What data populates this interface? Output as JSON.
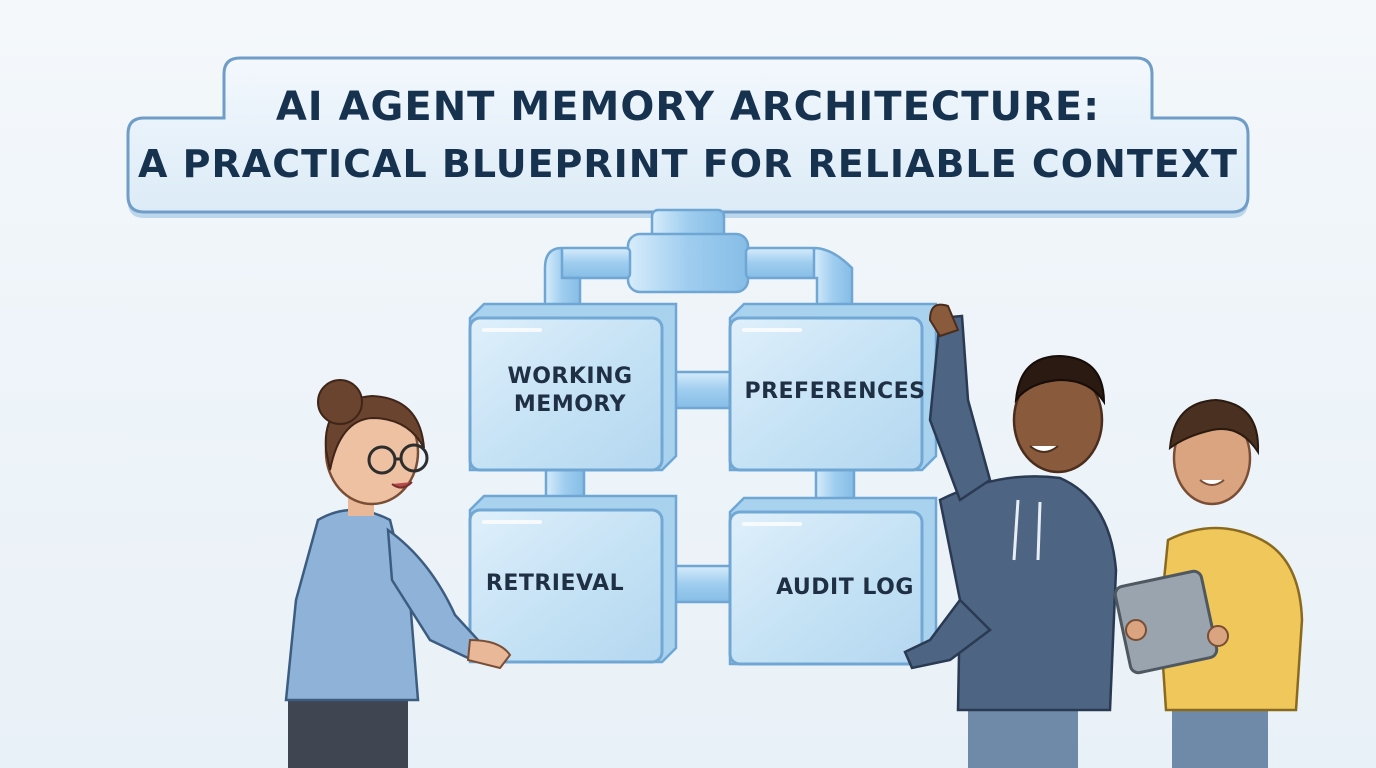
{
  "title": {
    "line1": "AI AGENT MEMORY ARCHITECTURE:",
    "line2": "A PRACTICAL BLUEPRINT FOR RELIABLE CONTEXT"
  },
  "memory_blocks": {
    "working": "WORKING\nMEMORY",
    "preferences": "PREFERENCES",
    "retrieval": "RETRIEVAL",
    "audit": "AUDIT LOG"
  },
  "colors": {
    "title_text": "#17324f",
    "banner_fill": "#eaf3fb",
    "banner_stroke": "#6f9dc8",
    "glass_fill": "#cfe8f8",
    "glass_stroke": "#7fb3dd",
    "pipe_fill": "#a9d3f1"
  }
}
